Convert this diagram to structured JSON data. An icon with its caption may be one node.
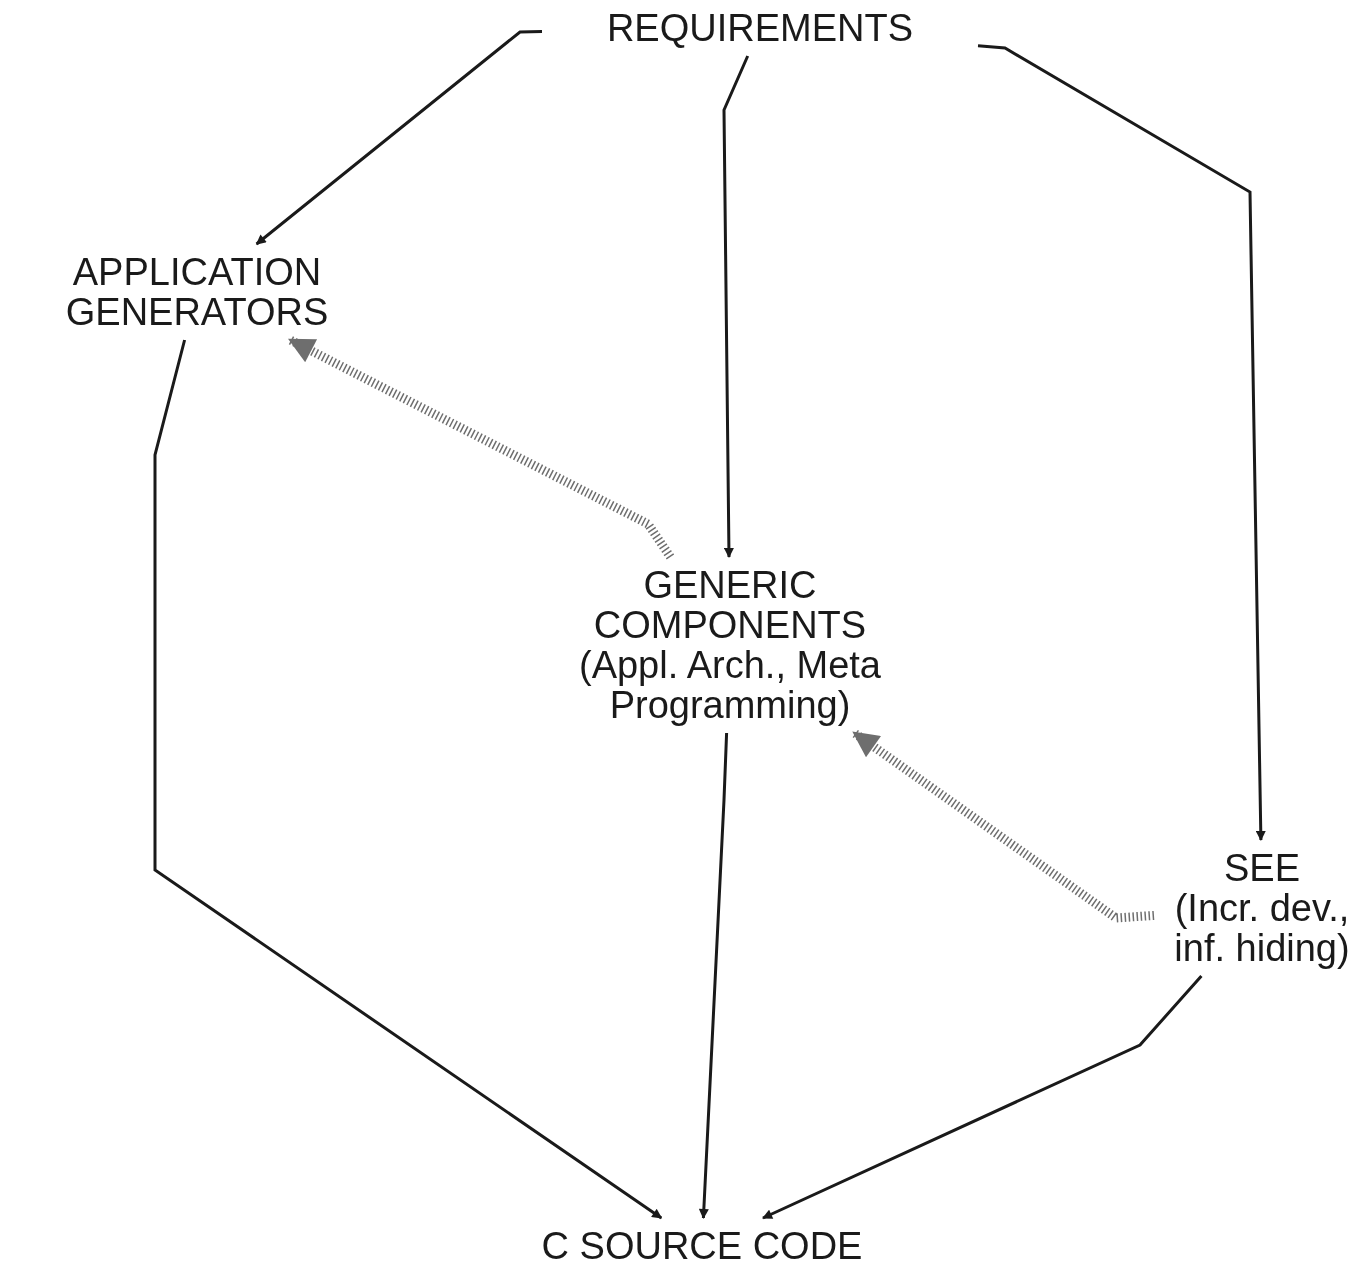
{
  "diagram": {
    "nodes": [
      {
        "text": [
          "REQUIREMENTS"
        ]
      },
      {
        "text": [
          "APPLICATION GENERATORS"
        ]
      },
      {
        "text": [
          "GENERIC COMPONENTS",
          "(Appl. Arch., Meta Programming)"
        ]
      },
      {
        "text": [
          "SEE",
          "(Incr. dev., inf. hiding)"
        ]
      },
      {
        "text": [
          "C SOURCE CODE"
        ]
      }
    ],
    "edges": [
      {
        "from": 0,
        "to": 1,
        "arrow": "to"
      },
      {
        "from": 0,
        "to": 2,
        "arrow": "to"
      },
      {
        "from": 0,
        "to": 3,
        "arrow": "to"
      },
      {
        "from": 2,
        "to": 1,
        "arrow": "to",
        "style": "dashed",
        "color": "#6e6e6e"
      },
      {
        "from": 3,
        "to": 2,
        "arrow": "to",
        "style": "dashed",
        "color": "#6e6e6e"
      },
      {
        "from": 1,
        "to": 4,
        "arrow": "to"
      },
      {
        "from": 2,
        "to": 4,
        "arrow": "to"
      },
      {
        "from": 3,
        "to": 4,
        "arrow": "to"
      }
    ]
  }
}
